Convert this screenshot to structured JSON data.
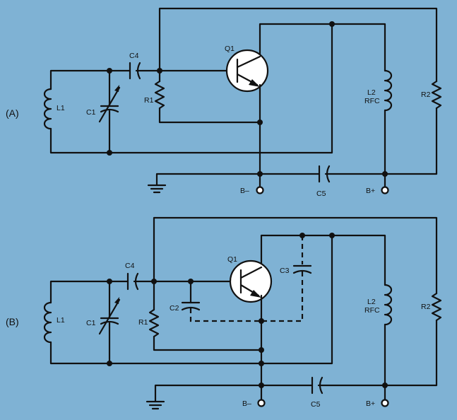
{
  "background_color": "#7fb2d4",
  "circuits": [
    {
      "panel_label": "(A)",
      "labels": {
        "q1": "Q1",
        "c4": "C4",
        "c1": "C1",
        "r1": "R1",
        "l1": "L1",
        "l2": "L2",
        "rfc": "RFC",
        "r2": "R2",
        "c5": "C5",
        "b_minus": "B–",
        "b_plus": "B+"
      }
    },
    {
      "panel_label": "(B)",
      "labels": {
        "q1": "Q1",
        "c4": "C4",
        "c1": "C1",
        "c2": "C2",
        "c3": "C3",
        "r1": "R1",
        "l1": "L1",
        "l2": "L2",
        "rfc": "RFC",
        "r2": "R2",
        "c5": "C5",
        "b_minus": "B–",
        "b_plus": "B+"
      }
    }
  ]
}
